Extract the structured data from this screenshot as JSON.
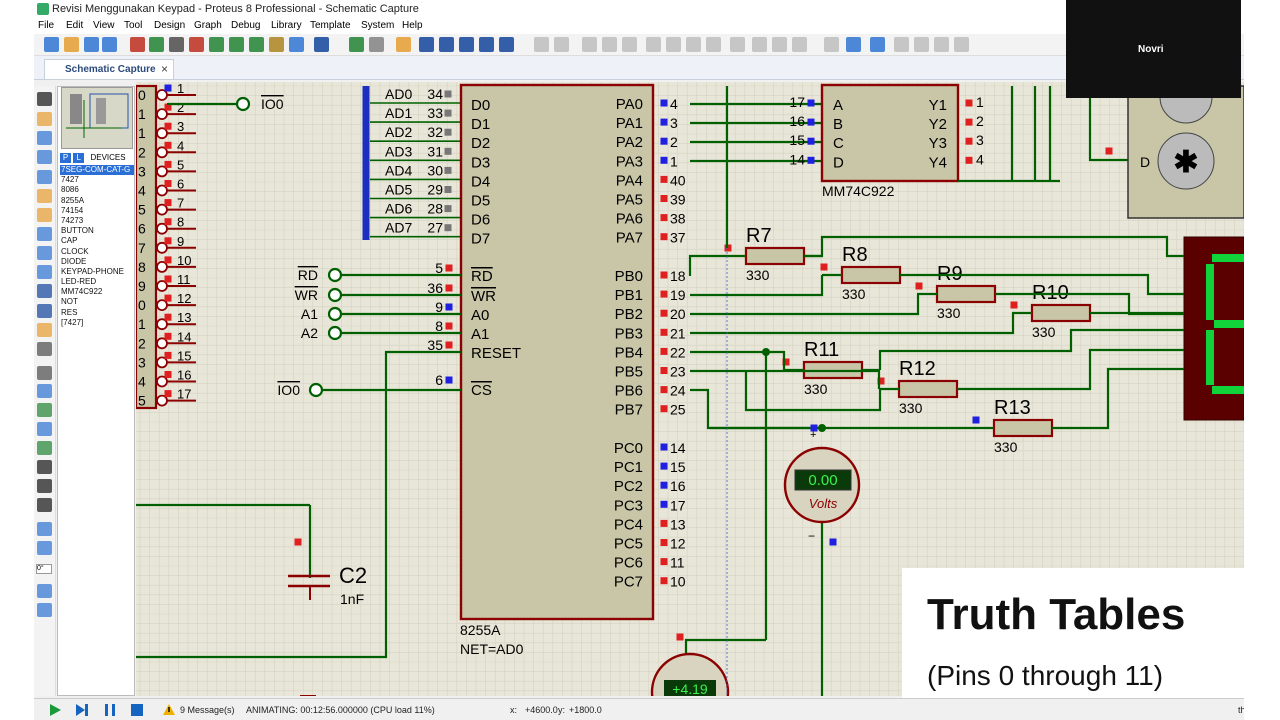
{
  "window": {
    "title": "Revisi Menggunakan Keypad - Proteus 8 Professional - Schematic Capture"
  },
  "menu": [
    "File",
    "Edit",
    "View",
    "Tool",
    "Design",
    "Graph",
    "Debug",
    "Library",
    "Template",
    "System",
    "Help"
  ],
  "tab": {
    "label": "Schematic Capture",
    "close": "×"
  },
  "devices": {
    "header": {
      "p": "P",
      "l": "L",
      "title": "DEVICES"
    },
    "items": [
      "7SEG-COM-CAT-G",
      "7427",
      "8086",
      "8255A",
      "74154",
      "74273",
      "BUTTON",
      "CAP",
      "CLOCK",
      "DIODE",
      "KEYPAD-PHONE",
      "LED-RED",
      "MM74C922",
      "NOT",
      "RES",
      "[7427]"
    ],
    "selected_index": 0
  },
  "left_field_value": "0°",
  "schematic": {
    "rows": [
      "0",
      "1",
      "1",
      "2",
      "3",
      "4",
      "5",
      "6",
      "7",
      "8",
      "9",
      "0",
      "1",
      "2",
      "3",
      "4",
      "5"
    ],
    "pins": [
      "1",
      "2",
      "3",
      "4",
      "5",
      "6",
      "7",
      "8",
      "9",
      "10",
      "11",
      "12",
      "13",
      "14",
      "15",
      "16",
      "17"
    ],
    "ad_labels": [
      "AD0",
      "AD1",
      "AD2",
      "AD3",
      "AD4",
      "AD5",
      "AD6",
      "AD7"
    ],
    "ad_pins": [
      "34",
      "33",
      "32",
      "31",
      "30",
      "29",
      "28",
      "27"
    ],
    "d_labels": [
      "D0",
      "D1",
      "D2",
      "D3",
      "D4",
      "D5",
      "D6",
      "D7"
    ],
    "ctrl_names": [
      "RD",
      "WR",
      "A1",
      "A2"
    ],
    "ctrl_pins": [
      "5",
      "36",
      "9",
      "8",
      "35"
    ],
    "ctrl_labels": [
      "RD",
      "WR",
      "A0",
      "A1",
      "RESET"
    ],
    "io0": "IO0",
    "cs_pin": "6",
    "cs_label": "CS",
    "pa_labels": [
      "PA0",
      "PA1",
      "PA2",
      "PA3",
      "PA4",
      "PA5",
      "PA6",
      "PA7"
    ],
    "pa_pins": [
      "4",
      "3",
      "2",
      "1",
      "40",
      "39",
      "38",
      "37"
    ],
    "pb_labels": [
      "PB0",
      "PB1",
      "PB2",
      "PB3",
      "PB4",
      "PB5",
      "PB6",
      "PB7"
    ],
    "pb_pins": [
      "18",
      "19",
      "20",
      "21",
      "22",
      "23",
      "24",
      "25"
    ],
    "pc_labels": [
      "PC0",
      "PC1",
      "PC2",
      "PC3",
      "PC4",
      "PC5",
      "PC6",
      "PC7"
    ],
    "pc_pins": [
      "14",
      "15",
      "16",
      "17",
      "13",
      "12",
      "11",
      "10"
    ],
    "chip_name": "8255A",
    "chip_net": "NET=AD0",
    "enc_in_pins": [
      "17",
      "16",
      "15",
      "14"
    ],
    "enc_in_labels": [
      "A",
      "B",
      "C",
      "D"
    ],
    "enc_out_labels": [
      "Y1",
      "Y2",
      "Y3",
      "Y4"
    ],
    "enc_out_pins": [
      "1",
      "2",
      "3",
      "4"
    ],
    "enc_name": "MM74C922",
    "resistors": [
      {
        "name": "R7",
        "value": "330"
      },
      {
        "name": "R8",
        "value": "330"
      },
      {
        "name": "R9",
        "value": "330"
      },
      {
        "name": "R10",
        "value": "330"
      },
      {
        "name": "R11",
        "value": "330"
      },
      {
        "name": "R12",
        "value": "330"
      },
      {
        "name": "R13",
        "value": "330"
      }
    ],
    "voltmeter": {
      "value": "0.00",
      "unit": "Volts",
      "plus": "+",
      "minus": "−"
    },
    "voltmeter2": {
      "value": "+4.19"
    },
    "capacitor": {
      "name": "C2",
      "value": "1nF"
    },
    "keypad_key": "D",
    "keypad_symbol": "✱"
  },
  "overlay": {
    "title": "Truth Tables",
    "subtitle": "(Pins 0 through 11)"
  },
  "status": {
    "messages": "9 Message(s)",
    "animating": "ANIMATING: 00:12:56.000000 (CPU load 11%)",
    "x_label": "x:",
    "x": "+4600.0",
    "y_label": "y:",
    "y": "+1800.0",
    "tail": "th"
  },
  "webcam": {
    "name": "Novri"
  },
  "colors": {
    "wire": "#006000",
    "chip_fill": "#c9c6a8",
    "chip_border": "#8b0000",
    "canvas": "#e8e6d8",
    "pin_red": "#e02020",
    "pin_blue": "#2020e0"
  }
}
